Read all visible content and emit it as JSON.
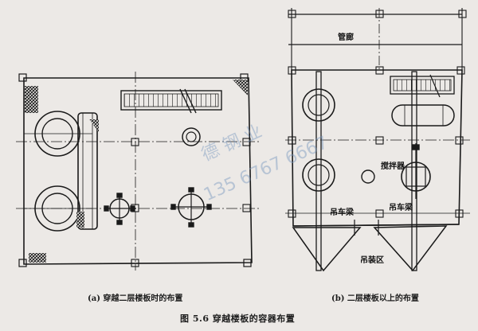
{
  "labels": {
    "pipe_rack": "管廊",
    "agitator": "搅拌器",
    "crane_beam_left": "吊车梁",
    "crane_beam_right": "吊车梁",
    "lifting_area": "吊装区"
  },
  "captions": {
    "sub_a": "(a) 穿越二层楼板时的布置",
    "sub_b": "(b) 二层楼板以上的布置",
    "figure": "图 5.6    穿越楼板的容器布置"
  },
  "watermark": {
    "text1": "德 钢 业",
    "text2": "135 6767 6667"
  },
  "colors": {
    "ink": "#1a1a1a",
    "paper": "#ece9e6",
    "watermark": "#8aa6c8"
  }
}
